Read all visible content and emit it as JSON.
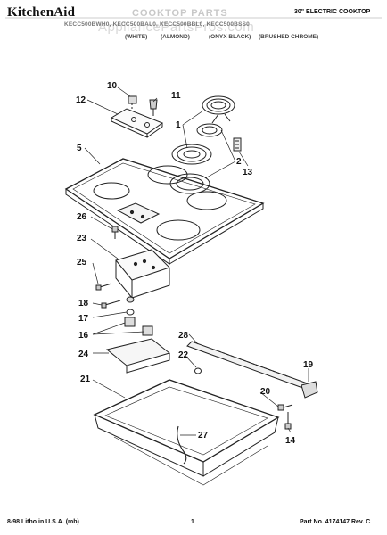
{
  "header": {
    "brand": "KitchenAid",
    "section_title": "COOKTOP PARTS",
    "product_type": "30\" ELECTRIC COOKTOP",
    "model_numbers": "KECC500BWH0, KECC500BAL0, KECC500BBL0, KECC500BSS0",
    "colors": [
      {
        "code": "(WHITE)"
      },
      {
        "code": "(ALMOND)"
      },
      {
        "code": "(ONYX BLACK)"
      },
      {
        "code": "(BRUSHED CHROME)"
      }
    ]
  },
  "watermark": "AppliancePartsPros.com",
  "callouts": [
    "1",
    "2",
    "5",
    "10",
    "11",
    "12",
    "13",
    "14",
    "16",
    "17",
    "18",
    "19",
    "20",
    "21",
    "22",
    "23",
    "24",
    "25",
    "26",
    "27",
    "28"
  ],
  "footer": {
    "print_info": "8-98 Litho in U.S.A. (mb)",
    "page_number": "1",
    "part_number": "Part No. 4174147 Rev. C"
  }
}
